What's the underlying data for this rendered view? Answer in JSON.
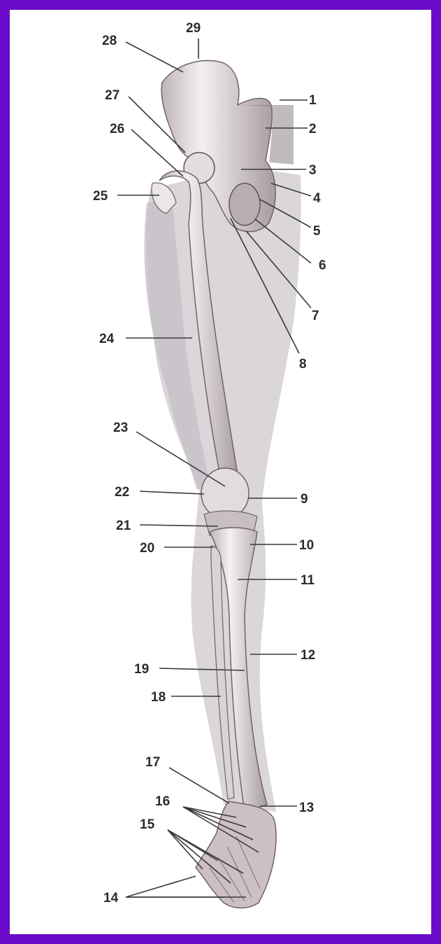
{
  "frame_color": "#6a0bcc",
  "labels": {
    "l1": "1",
    "l2": "2",
    "l3": "3",
    "l4": "4",
    "l5": "5",
    "l6": "6",
    "l7": "7",
    "l8": "8",
    "l9": "9",
    "l10": "10",
    "l11": "11",
    "l12": "12",
    "l13": "13",
    "l14": "14",
    "l15": "15",
    "l16": "16",
    "l17": "17",
    "l18": "18",
    "l19": "19",
    "l20": "20",
    "l21": "21",
    "l22": "22",
    "l23": "23",
    "l24": "24",
    "l25": "25",
    "l26": "26",
    "l27": "27",
    "l28": "28",
    "l29": "29"
  }
}
